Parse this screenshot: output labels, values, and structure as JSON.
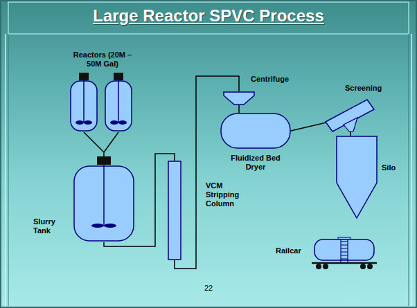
{
  "diagram": {
    "title": "Large Reactor SPVC Process",
    "nodes": [
      {
        "text": [
          "Reactors (20M – 50M Gal)"
        ]
      },
      {
        "text": [
          "Slurry Tank"
        ]
      },
      {
        "text": [
          "VCM Stripping Column"
        ]
      },
      {
        "text": [
          "Centrifuge"
        ]
      },
      {
        "text": [
          "Fluidized Bed Dryer"
        ]
      },
      {
        "text": [
          "Screening"
        ]
      },
      {
        "text": [
          "Silo"
        ]
      },
      {
        "text": [
          "Railcar"
        ]
      }
    ],
    "edges": [
      {
        "from": 0,
        "to": 1,
        "arrow": "none"
      },
      {
        "from": 1,
        "to": 2,
        "arrow": "none"
      },
      {
        "from": 2,
        "to": 3,
        "arrow": "none"
      },
      {
        "from": 3,
        "to": 4,
        "arrow": "none"
      },
      {
        "from": 4,
        "to": 5,
        "arrow": "none"
      },
      {
        "from": 5,
        "to": 6,
        "arrow": "none"
      }
    ],
    "labels": [
      "22"
    ]
  }
}
